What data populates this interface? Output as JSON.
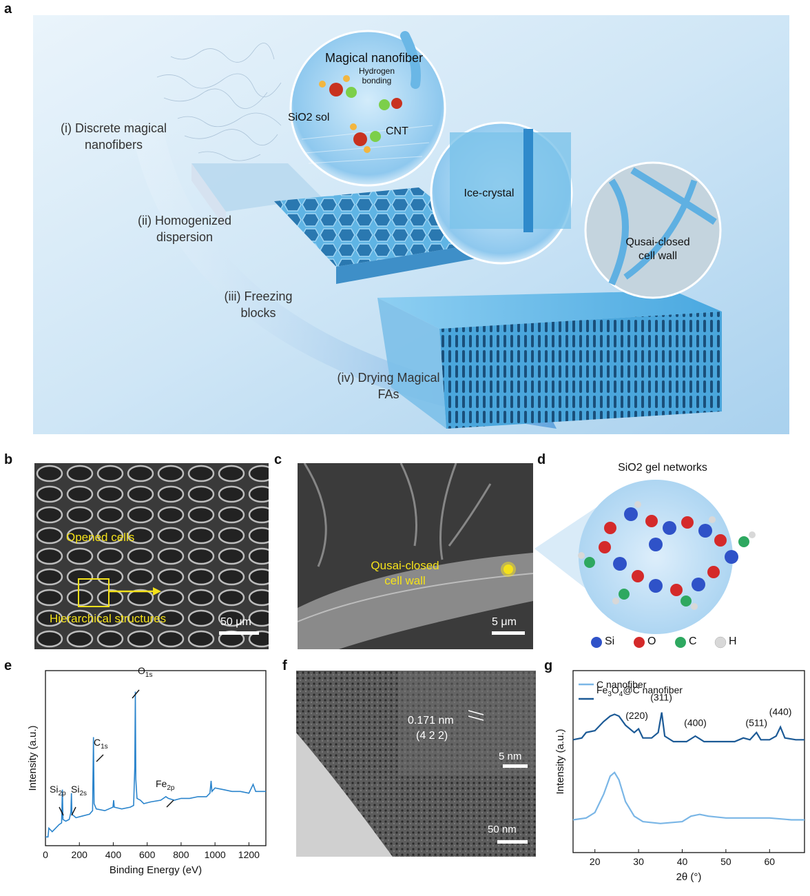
{
  "panel_labels": {
    "a": "a",
    "b": "b",
    "c": "c",
    "d": "d",
    "e": "e",
    "f": "f",
    "g": "g"
  },
  "panel_a": {
    "steps": [
      "(i) Discrete magical nanofibers",
      "(ii) Homogenized dispersion",
      "(iii) Freezing blocks",
      "(iv) Drying Magical FAs"
    ],
    "bubble1": {
      "title": "Magical nanofiber",
      "hbond": "Hydrogen bonding",
      "sol": "SiO2 sol",
      "cnt": "CNT"
    },
    "bubble2": {
      "label": "Ice-crystal"
    },
    "bubble3": {
      "label": "Qusai-closed cell wall"
    }
  },
  "panel_b": {
    "label1": "Opened cells",
    "label2": "Hierarchical structures",
    "scale": "50 μm"
  },
  "panel_c": {
    "label": "Qusai-closed cell wall",
    "scale": "5 μm"
  },
  "panel_d": {
    "title": "SiO2 gel networks",
    "legend": [
      {
        "name": "Si",
        "color": "#2f52c8"
      },
      {
        "name": "O",
        "color": "#d42a2a"
      },
      {
        "name": "C",
        "color": "#2ea860"
      },
      {
        "name": "H",
        "color": "#d8d8d8"
      }
    ]
  },
  "panel_f": {
    "lattice": "0.171 nm",
    "plane": "(4 2 2)",
    "scale_inset": "5 nm",
    "scale_main": "50 nm"
  },
  "chart_data": [
    {
      "type": "line",
      "id": "e",
      "xlabel": "Binding Energy (eV)",
      "ylabel": "Intensity (a.u.)",
      "xlim": [
        0,
        1300
      ],
      "xticks": [
        0,
        200,
        400,
        600,
        800,
        1000,
        1200
      ],
      "series": [
        {
          "points": [
            [
              0,
              0.05
            ],
            [
              15,
              0.05
            ],
            [
              20,
              0.1
            ],
            [
              40,
              0.08
            ],
            [
              60,
              0.1
            ],
            [
              80,
              0.12
            ],
            [
              95,
              0.13
            ],
            [
              100,
              0.32
            ],
            [
              103,
              0.15
            ],
            [
              120,
              0.14
            ],
            [
              140,
              0.15
            ],
            [
              150,
              0.19
            ],
            [
              153,
              0.3
            ],
            [
              156,
              0.18
            ],
            [
              180,
              0.16
            ],
            [
              220,
              0.17
            ],
            [
              260,
              0.18
            ],
            [
              278,
              0.2
            ],
            [
              283,
              0.62
            ],
            [
              287,
              0.24
            ],
            [
              300,
              0.21
            ],
            [
              350,
              0.2
            ],
            [
              398,
              0.22
            ],
            [
              402,
              0.26
            ],
            [
              406,
              0.22
            ],
            [
              450,
              0.21
            ],
            [
              500,
              0.22
            ],
            [
              520,
              0.23
            ],
            [
              527,
              0.45
            ],
            [
              530,
              0.88
            ],
            [
              533,
              0.38
            ],
            [
              540,
              0.27
            ],
            [
              560,
              0.26
            ],
            [
              580,
              0.24
            ],
            [
              620,
              0.25
            ],
            [
              680,
              0.26
            ],
            [
              710,
              0.28
            ],
            [
              725,
              0.27
            ],
            [
              760,
              0.26
            ],
            [
              800,
              0.27
            ],
            [
              850,
              0.27
            ],
            [
              900,
              0.28
            ],
            [
              950,
              0.28
            ],
            [
              970,
              0.3
            ],
            [
              977,
              0.37
            ],
            [
              982,
              0.31
            ],
            [
              1000,
              0.33
            ],
            [
              1050,
              0.32
            ],
            [
              1100,
              0.31
            ],
            [
              1150,
              0.31
            ],
            [
              1200,
              0.3
            ],
            [
              1225,
              0.35
            ],
            [
              1240,
              0.31
            ],
            [
              1300,
              0.31
            ]
          ]
        }
      ],
      "annotations": [
        "Si2p",
        "Si2s",
        "C1s",
        "Fe2p",
        "O1s"
      ]
    },
    {
      "type": "line",
      "id": "g",
      "xlabel": "2θ (°)",
      "ylabel": "Intensity (a.u.)",
      "xlim": [
        15,
        68
      ],
      "xticks": [
        20,
        30,
        40,
        50,
        60
      ],
      "legend": "top-left",
      "series": [
        {
          "name": "C nanofiber",
          "color": "#7ab6e6",
          "points": [
            [
              15,
              0.18
            ],
            [
              18,
              0.19
            ],
            [
              20,
              0.22
            ],
            [
              22,
              0.32
            ],
            [
              23.5,
              0.42
            ],
            [
              24.5,
              0.44
            ],
            [
              25.5,
              0.4
            ],
            [
              27,
              0.28
            ],
            [
              29,
              0.2
            ],
            [
              31,
              0.17
            ],
            [
              35,
              0.16
            ],
            [
              40,
              0.17
            ],
            [
              42,
              0.2
            ],
            [
              44,
              0.21
            ],
            [
              46,
              0.2
            ],
            [
              50,
              0.19
            ],
            [
              55,
              0.19
            ],
            [
              60,
              0.19
            ],
            [
              65,
              0.18
            ],
            [
              68,
              0.18
            ]
          ]
        },
        {
          "name": "Fe3O4@C nanofiber",
          "color": "#1c5a96",
          "points": [
            [
              15,
              0.62
            ],
            [
              17,
              0.63
            ],
            [
              18,
              0.66
            ],
            [
              20,
              0.67
            ],
            [
              22,
              0.72
            ],
            [
              23.5,
              0.75
            ],
            [
              24.5,
              0.76
            ],
            [
              25.5,
              0.75
            ],
            [
              27,
              0.7
            ],
            [
              29,
              0.66
            ],
            [
              30,
              0.68
            ],
            [
              31,
              0.63
            ],
            [
              33,
              0.63
            ],
            [
              34.5,
              0.66
            ],
            [
              35.3,
              0.77
            ],
            [
              36,
              0.64
            ],
            [
              38,
              0.61
            ],
            [
              41,
              0.61
            ],
            [
              43,
              0.64
            ],
            [
              45,
              0.61
            ],
            [
              48,
              0.61
            ],
            [
              52,
              0.61
            ],
            [
              54,
              0.63
            ],
            [
              55.5,
              0.62
            ],
            [
              57,
              0.66
            ],
            [
              58,
              0.62
            ],
            [
              60,
              0.62
            ],
            [
              61.5,
              0.64
            ],
            [
              62.5,
              0.69
            ],
            [
              63.5,
              0.63
            ],
            [
              66,
              0.62
            ],
            [
              68,
              0.62
            ]
          ]
        }
      ],
      "annotations": [
        "(220)",
        "(311)",
        "(400)",
        "(511)",
        "(440)"
      ]
    }
  ]
}
